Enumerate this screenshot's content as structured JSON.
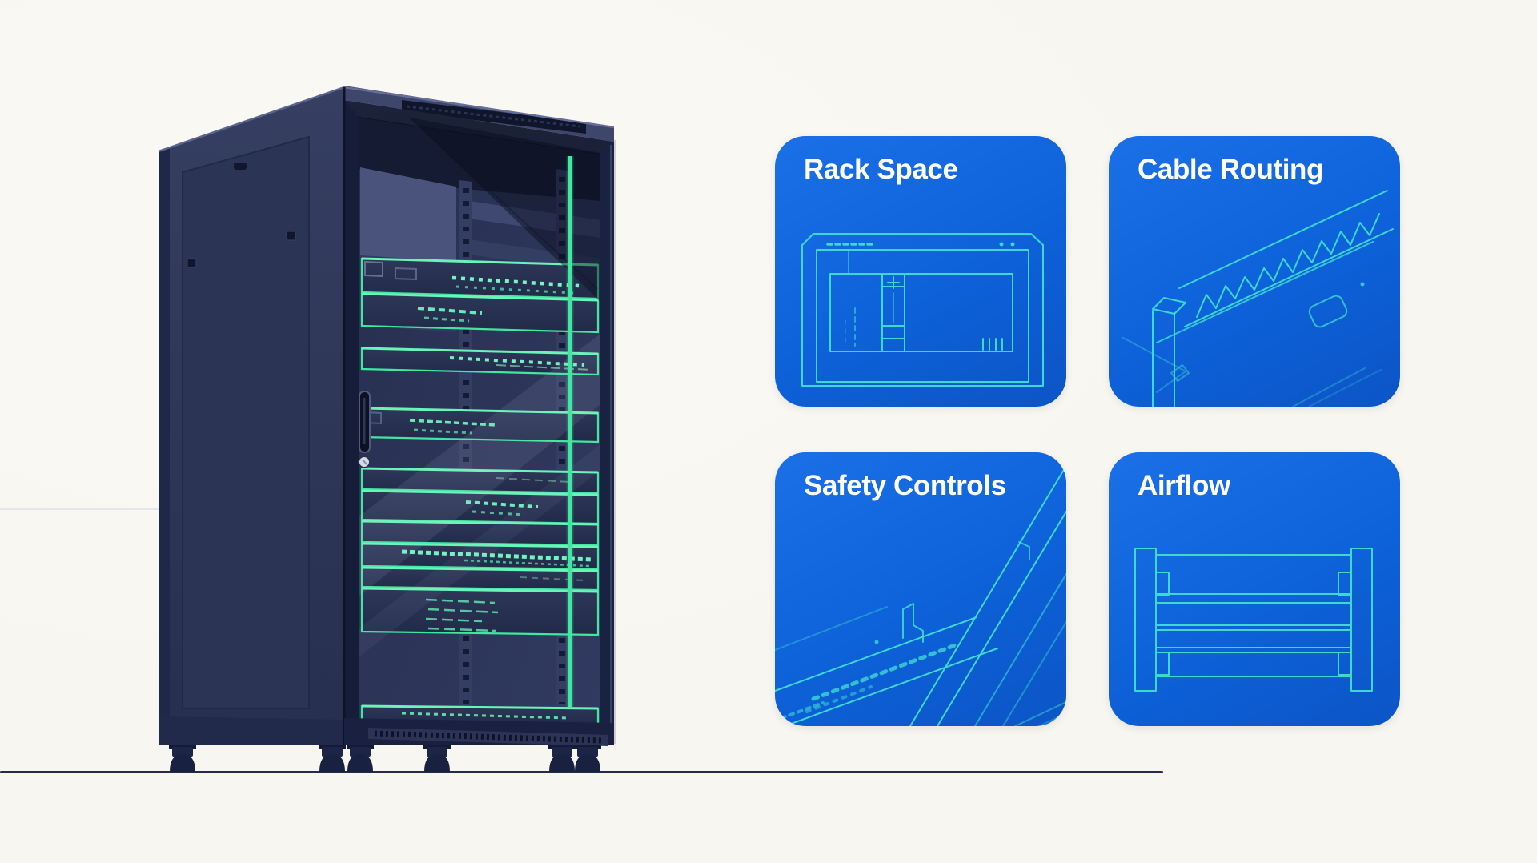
{
  "colors": {
    "background": "#f8f6f0",
    "card_blue": "#0e62da",
    "card_blue_light": "#1b70e8",
    "card_blue_deep": "#0b55c6",
    "blueprint_cyan": "#3cd9d3",
    "title_white": "#ffffff",
    "rack_green": "#41e6a0",
    "rack_navy": "#2b3354",
    "floor_line": "#232c49",
    "wall_line": "#e4e6eb"
  },
  "illustration": {
    "name": "server-rack-cabinet",
    "description": "Dark navy server rack cabinet with glass front door, green-highlighted rack units, vent grilles and feet standing on a floor line"
  },
  "cards": {
    "items": [
      {
        "title": "Rack Space",
        "icon": "rack-front-blueprint-icon"
      },
      {
        "title": "Cable Routing",
        "icon": "cable-tray-blueprint-icon"
      },
      {
        "title": "Safety Controls",
        "icon": "safety-structure-blueprint-icon"
      },
      {
        "title": "Airflow",
        "icon": "airflow-frame-blueprint-icon"
      }
    ]
  }
}
